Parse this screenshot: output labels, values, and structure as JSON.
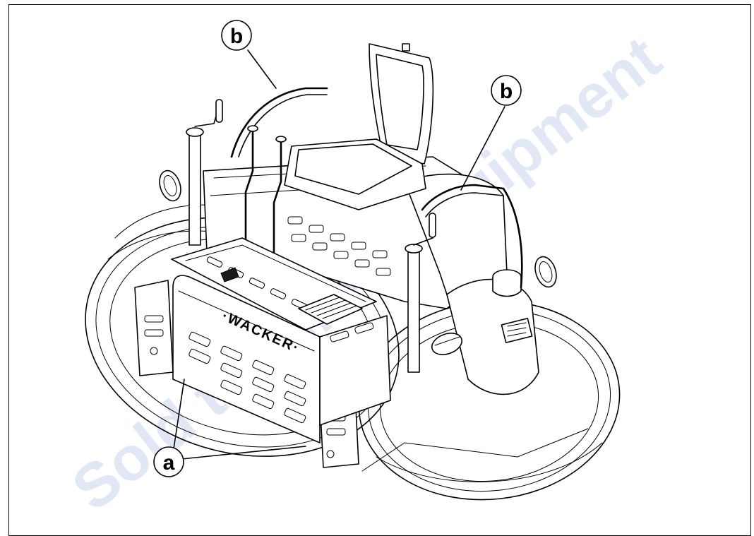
{
  "callouts": {
    "a": "a",
    "b1": "b",
    "b2": "b"
  },
  "machine": {
    "brand": "·WACKER·"
  },
  "watermark": {
    "text": "Sold to DirectEquipment"
  }
}
